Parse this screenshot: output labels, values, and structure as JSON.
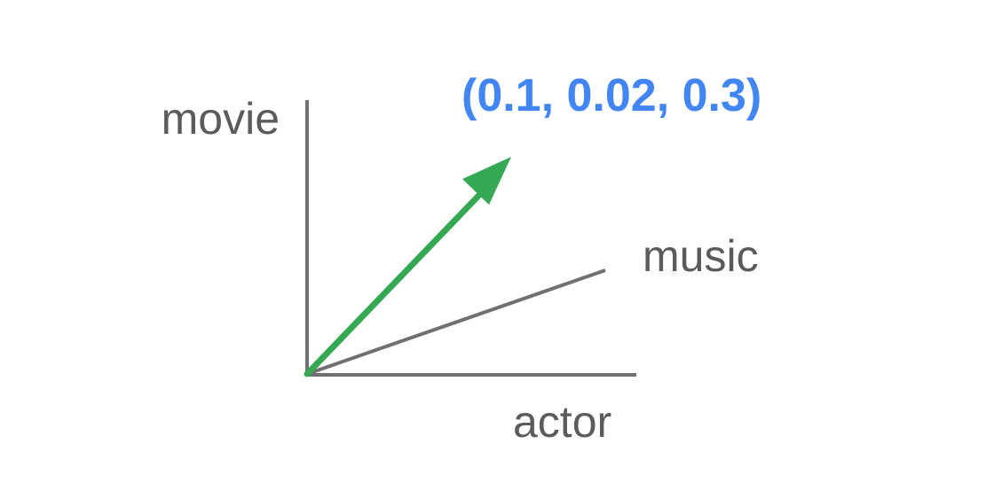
{
  "diagram": {
    "axes": {
      "vertical_label": "movie",
      "horizontal_label": "actor",
      "depth_label": "music",
      "color": "#707070"
    },
    "vector": {
      "label": "(0.1, 0.02, 0.3)",
      "label_color": "#4285f4",
      "arrow_color": "#34a853"
    }
  }
}
